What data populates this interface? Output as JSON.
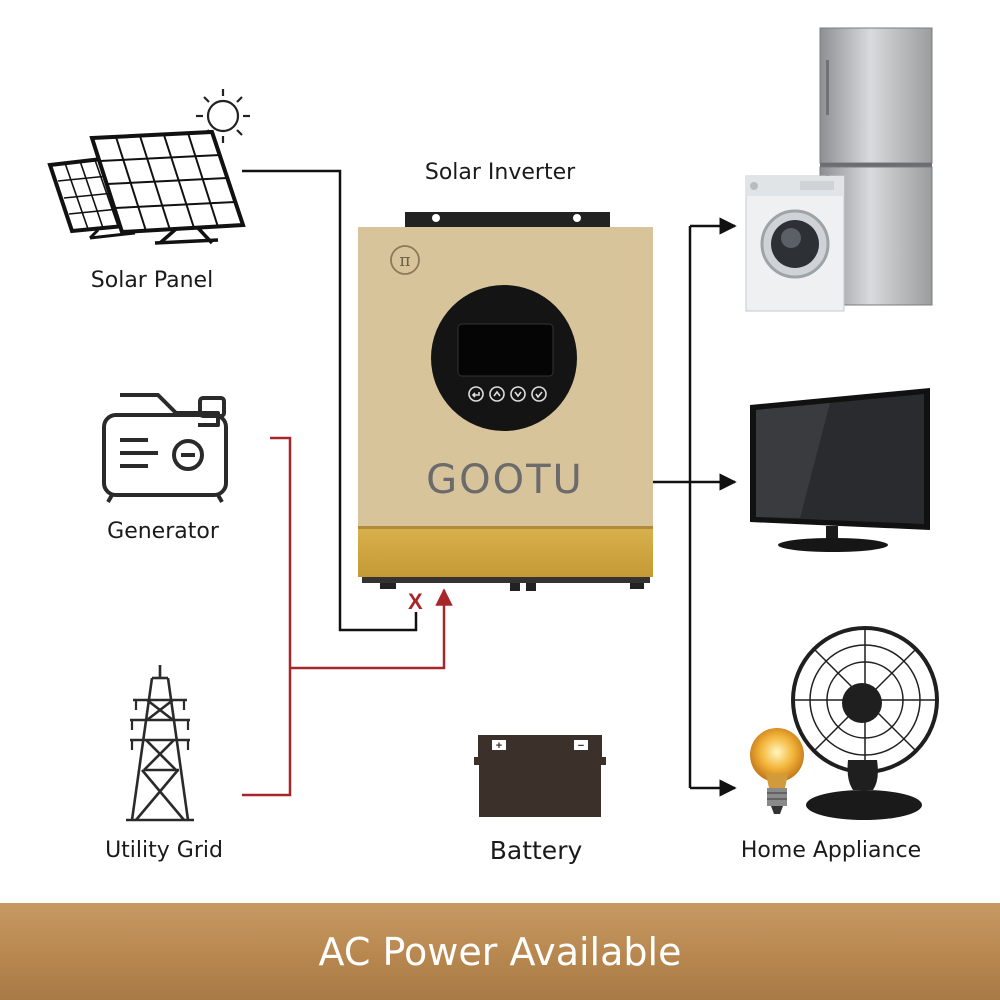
{
  "diagram": {
    "inverter_title": "Solar Inverter",
    "brand": "GOOTU",
    "labels": {
      "solar_panel": "Solar Panel",
      "generator": "Generator",
      "utility_grid": "Utility Grid",
      "battery": "Battery",
      "home_appliance": "Home Appliance"
    },
    "blocked_marker": "X",
    "colors": {
      "solar_line": "#111111",
      "grid_line": "#a8262a",
      "output_line": "#111111",
      "inverter_body": "#d8c49a",
      "inverter_trim": "#c9a24a",
      "footer": "#b7874f"
    }
  },
  "footer": {
    "title": "AC Power Available"
  }
}
